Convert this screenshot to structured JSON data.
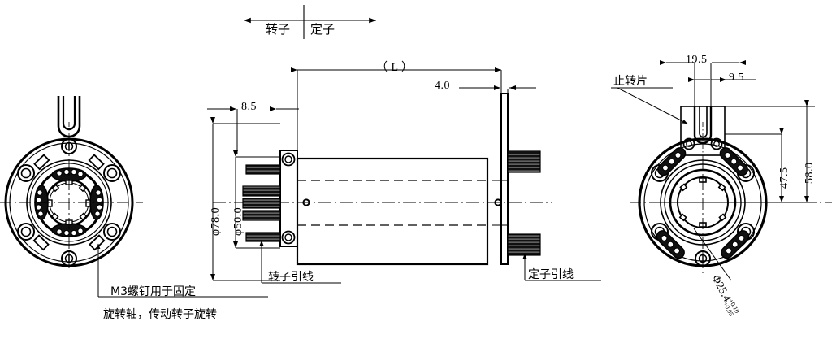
{
  "drawing": {
    "title": "slip-ring-assembly-engineering-drawing",
    "axis_labels": {
      "rotor": "转子",
      "stator": "定子"
    },
    "dimensions": {
      "length": "（ L ）",
      "end_plate_thickness": "4.0",
      "front_offset": "8.5",
      "outer_diameter": "φ78.0",
      "inner_diameter": "φ50.0",
      "tab_width_outer": "19.5",
      "tab_width_inner": "9.5",
      "tab_height_inner": "47.5",
      "tab_height_outer": "58.0",
      "bore_diameter": "Φ25.4",
      "bore_tol_upper": "+0.10",
      "bore_tol_lower": "+0.05"
    },
    "annotations": {
      "rotor_lead": "转子引线",
      "stator_lead": "定子引线",
      "anti_rotation_tab": "止转片",
      "screw_note_line1": "M3螺钉用于固定",
      "screw_note_line2": "旋转轴，传动转子旋转"
    },
    "colors": {
      "line": "#000000",
      "background": "#ffffff",
      "fill_dark": "#111111"
    }
  }
}
